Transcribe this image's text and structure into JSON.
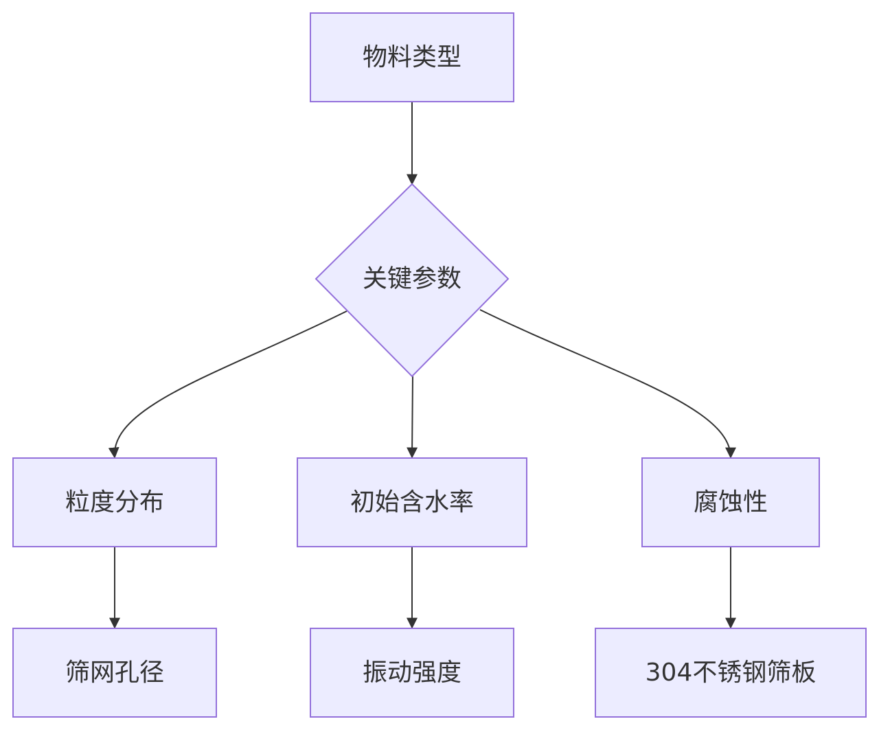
{
  "diagram": {
    "type": "flowchart",
    "colors": {
      "node_fill": "#ececff",
      "node_stroke": "#9370db",
      "edge": "#333333",
      "text": "#333333"
    },
    "nodes": {
      "material_type": "物料类型",
      "key_params": "关键参数",
      "particle_size": "粒度分布",
      "initial_moisture": "初始含水率",
      "corrosiveness": "腐蚀性",
      "screen_aperture": "筛网孔径",
      "vibration_intensity": "振动强度",
      "stainless_plate": "304不锈钢筛板"
    },
    "edges": [
      {
        "from": "material_type",
        "to": "key_params"
      },
      {
        "from": "key_params",
        "to": "particle_size"
      },
      {
        "from": "key_params",
        "to": "initial_moisture"
      },
      {
        "from": "key_params",
        "to": "corrosiveness"
      },
      {
        "from": "particle_size",
        "to": "screen_aperture"
      },
      {
        "from": "initial_moisture",
        "to": "vibration_intensity"
      },
      {
        "from": "corrosiveness",
        "to": "stainless_plate"
      }
    ]
  }
}
